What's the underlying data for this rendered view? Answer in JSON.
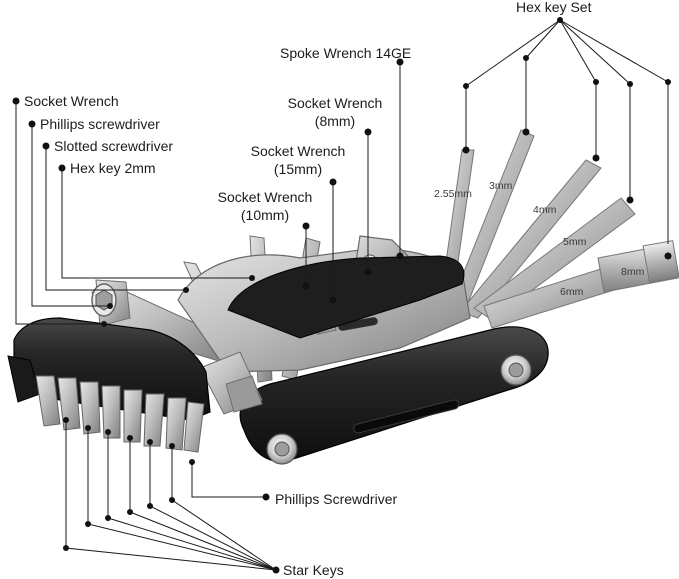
{
  "labels": {
    "hex_key_set": "Hex key Set",
    "spoke_wrench": "Spoke Wrench 14GE",
    "socket_wrench": "Socket Wrench",
    "phillips_screwdriver": "Phillips screwdriver",
    "slotted_screwdriver": "Slotted screwdriver",
    "hex_key_2mm": "Hex key 2mm",
    "socket_wrench_8mm_line1": "Socket Wrench",
    "socket_wrench_8mm_line2": "(8mm)",
    "socket_wrench_15mm_line1": "Socket Wrench",
    "socket_wrench_15mm_line2": "(15mm)",
    "socket_wrench_10mm_line1": "Socket Wrench",
    "socket_wrench_10mm_line2": "(10mm)",
    "phillips_screwdriver_bottom": "Phillips Screwdriver",
    "star_keys": "Star Keys"
  },
  "hex_sizes": {
    "s255": "2.55mm",
    "s3": "3mm",
    "s4": "4mm",
    "s5": "5mm",
    "s6": "6mm",
    "s8": "8mm"
  },
  "colors": {
    "line": "#1a1a1a",
    "steel": "#b9b9b9",
    "steel_dark": "#8c8c8c",
    "handle": "#262626"
  }
}
